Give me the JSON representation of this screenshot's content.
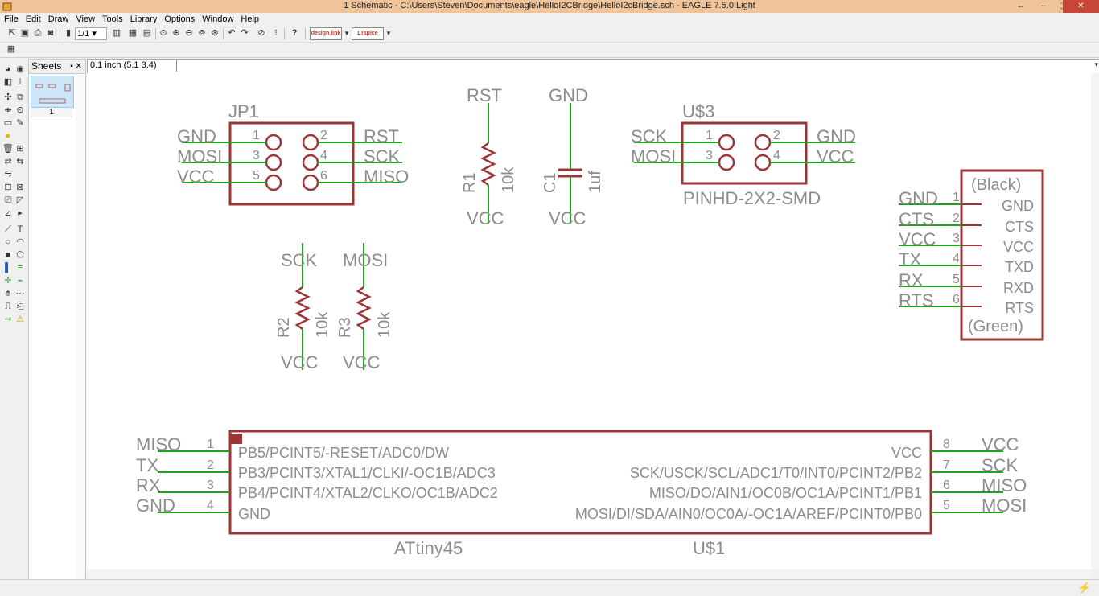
{
  "window": {
    "title": "1 Schematic - C:\\Users\\Steven\\Documents\\eagle\\HelloI2CBridge\\HelloI2cBridge.sch - EAGLE 7.5.0 Light"
  },
  "menu": [
    "File",
    "Edit",
    "Draw",
    "View",
    "Tools",
    "Library",
    "Options",
    "Window",
    "Help"
  ],
  "toolbar": {
    "sheet_selector": "1/1",
    "design_link_label": "design link",
    "spice_label": "LTspice"
  },
  "sheets": {
    "title": "Sheets",
    "items": [
      {
        "label": "1"
      }
    ]
  },
  "command": {
    "coordinate": "0.1 inch (5.1 3.4)",
    "value": ""
  },
  "colors": {
    "wire": "#1fa31f",
    "part": "#9b3636",
    "text": "#8c8c8c",
    "canvas": "#ffffff"
  },
  "schematic": {
    "jp1": {
      "name": "JP1",
      "pins": [
        "1",
        "2",
        "3",
        "4",
        "5",
        "6"
      ],
      "nets_left": [
        "GND",
        "MOSI",
        "VCC"
      ],
      "nets_right": [
        "RST",
        "SCK",
        "MISO"
      ]
    },
    "r1": {
      "name": "R1",
      "value": "10k",
      "net_top": "RST",
      "net_bottom": "VCC"
    },
    "c1": {
      "name": "C1",
      "value": "1uf",
      "net_top": "GND",
      "net_bottom": "VCC"
    },
    "u3": {
      "name": "U$3",
      "package": "PINHD-2X2-SMD",
      "pins": [
        "1",
        "2",
        "3",
        "4"
      ],
      "nets_left": [
        "SCK",
        "MOSI"
      ],
      "nets_right": [
        "GND",
        "VCC"
      ]
    },
    "ftdi": {
      "top_label": "(Black)",
      "bottom_label": "(Green)",
      "pins": [
        "1",
        "2",
        "3",
        "4",
        "5",
        "6"
      ],
      "nets": [
        "GND",
        "CTS",
        "VCC",
        "TX",
        "RX",
        "RTS"
      ],
      "pin_names": [
        "GND",
        "CTS",
        "VCC",
        "TXD",
        "RXD",
        "RTS"
      ]
    },
    "r2": {
      "name": "R2",
      "value": "10k",
      "net_top": "SCK",
      "net_bottom": "VCC"
    },
    "r3": {
      "name": "R3",
      "value": "10k",
      "net_top": "MOSI",
      "net_bottom": "VCC"
    },
    "u1": {
      "name": "U$1",
      "value": "ATtiny45",
      "left_pins": [
        {
          "num": "1",
          "net": "MISO",
          "name": "PB5/PCINT5/-RESET/ADC0/DW"
        },
        {
          "num": "2",
          "net": "TX",
          "name": "PB3/PCINT3/XTAL1/CLKI/-OC1B/ADC3"
        },
        {
          "num": "3",
          "net": "RX",
          "name": "PB4/PCINT4/XTAL2/CLKO/OC1B/ADC2"
        },
        {
          "num": "4",
          "net": "GND",
          "name": "GND"
        }
      ],
      "right_pins": [
        {
          "num": "8",
          "net": "VCC",
          "name": "VCC"
        },
        {
          "num": "7",
          "net": "SCK",
          "name": "SCK/USCK/SCL/ADC1/T0/INT0/PCINT2/PB2"
        },
        {
          "num": "6",
          "net": "MISO",
          "name": "MISO/DO/AIN1/OC0B/OC1A/PCINT1/PB1"
        },
        {
          "num": "5",
          "net": "MOSI",
          "name": "MOSI/DI/SDA/AIN0/OC0A/-OC1A/AREF/PCINT0/PB0"
        }
      ]
    }
  }
}
